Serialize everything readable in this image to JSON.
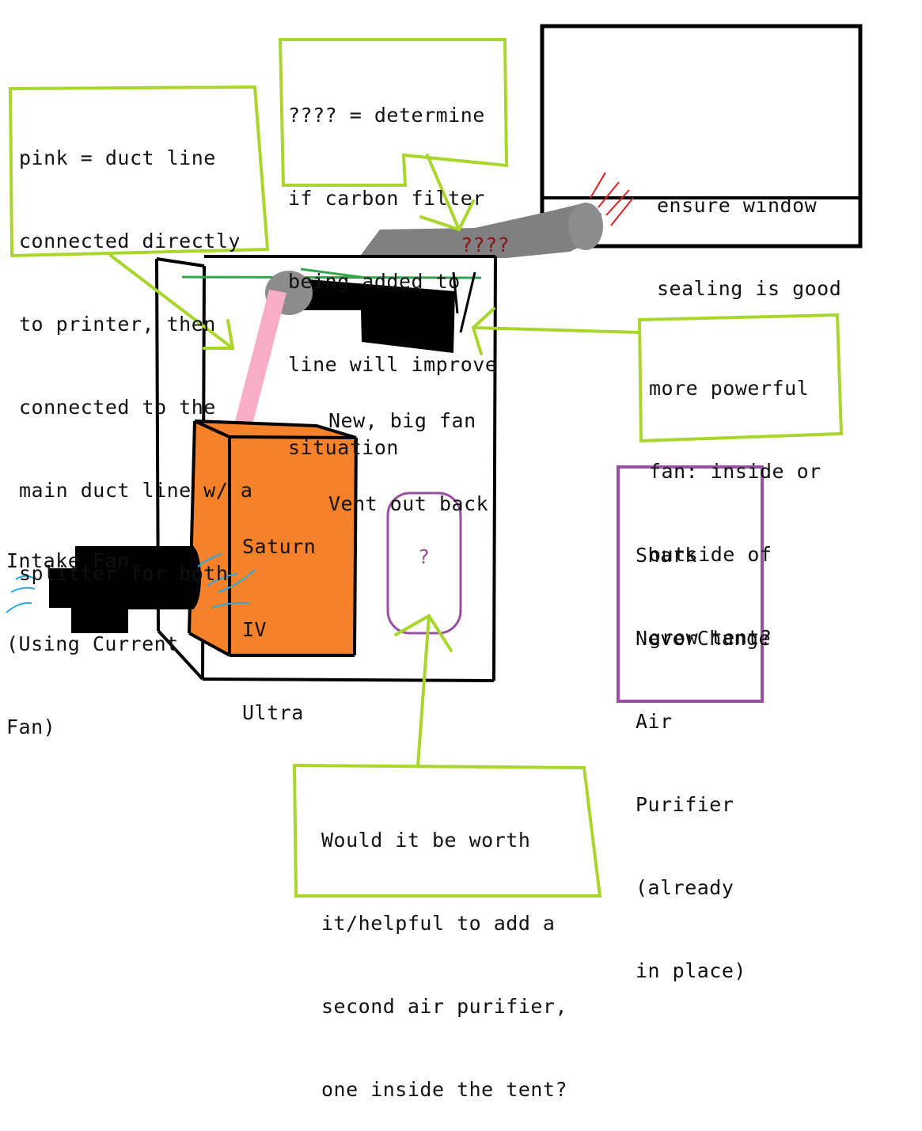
{
  "colors": {
    "callout_border": "#a8d62c",
    "printer_orange": "#f5812a",
    "duct_pink": "#f8adc6",
    "purifier_purple": "#9b4ea6",
    "grey_duct": "#808080",
    "air_blue": "#2aa8e0",
    "heat_red": "#e02020",
    "green_line": "#2ea84a",
    "question_red": "#8b1010"
  },
  "callouts": {
    "duct_note": [
      "pink = duct line",
      "connected directly",
      "to printer, then",
      "connected to the",
      "main duct line w/ a",
      "splitter for both"
    ],
    "filter_note": [
      "???? = determine",
      "if carbon filter",
      "being added to",
      "line will improve",
      "situation"
    ],
    "fan_note": [
      "more powerful",
      "fan: inside or",
      "outside of",
      "grow tent?"
    ],
    "purifier_question": [
      "Would it be worth",
      "it/helpful to add a",
      "second air purifier,",
      "one inside the tent?"
    ]
  },
  "labels": {
    "window": [
      "ensure window",
      "sealing is good"
    ],
    "duct_unknown": "????",
    "new_fan": [
      "New, big fan",
      "Vent out back"
    ],
    "printer": [
      "Saturn",
      "IV",
      "Ultra"
    ],
    "intake_fan": [
      "Intake Fan",
      "(Using Current",
      "Fan)"
    ],
    "inner_purifier": "?",
    "purifier": [
      "Shark",
      "NeverChange",
      "Air",
      "Purifier",
      "(already",
      "in place)"
    ]
  },
  "icons": {
    "intake_fan": "fan-icon",
    "exhaust_fan": "fan-icon",
    "airflow": "airflow-lines-icon",
    "heat": "heat-lines-icon"
  }
}
